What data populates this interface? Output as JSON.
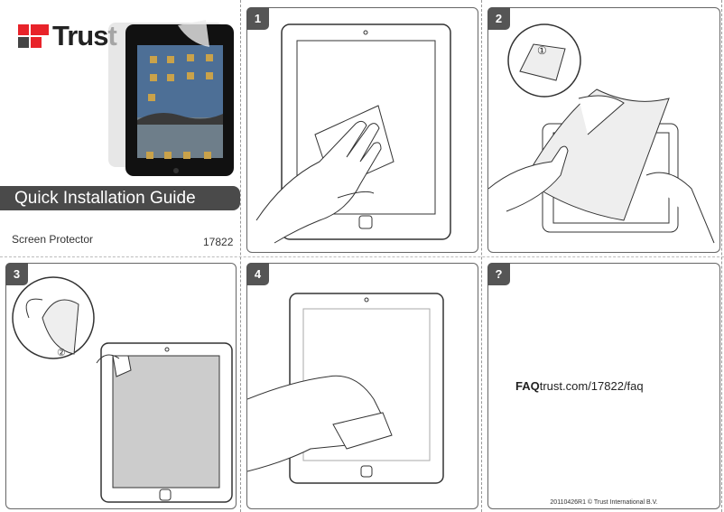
{
  "brand": {
    "name": "Trust",
    "accent": "#e8232a"
  },
  "cover": {
    "title": "Quick Installation Guide",
    "product": "Screen Protector",
    "code": "17822"
  },
  "steps": [
    {
      "label": "1"
    },
    {
      "label": "2",
      "callout": "①"
    },
    {
      "label": "3",
      "callout": "②"
    },
    {
      "label": "4"
    },
    {
      "label": "?"
    }
  ],
  "faq": {
    "prefix": "FAQ",
    "url": "trust.com/17822/faq"
  },
  "footer": "20110426R1 © Trust International B.V."
}
